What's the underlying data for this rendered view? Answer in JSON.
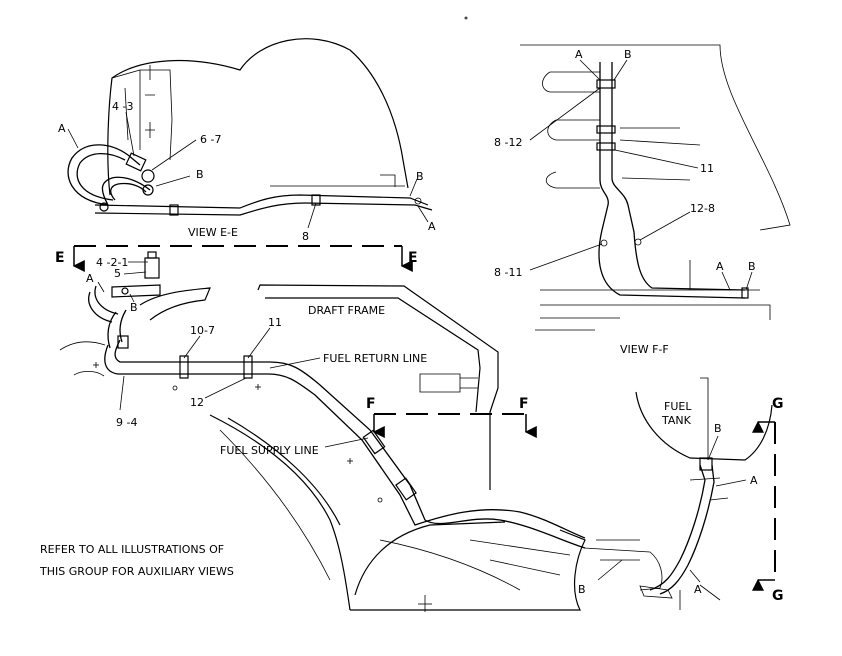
{
  "view_ee": {
    "title": "VIEW E-E",
    "labels": {
      "a": "A",
      "b": "B",
      "b2": "B",
      "a2": "A",
      "c43": "4 -3",
      "c67": "6 -7",
      "c8": "8"
    }
  },
  "view_ff": {
    "title": "VIEW F-F",
    "labels": {
      "a": "A",
      "b": "B",
      "c812": "8 -12",
      "c11": "11",
      "c128": "12-8",
      "c811": "8 -11",
      "a2": "A",
      "b2": "B"
    }
  },
  "main": {
    "section_e_left": "E",
    "section_e_right": "E",
    "section_f_left": "F",
    "section_f_right": "F",
    "section_g_top": "G",
    "section_g_bottom": "G",
    "labels": {
      "c421": "4 -2-1",
      "c5": "5",
      "a": "A",
      "b": "B",
      "c107": "10-7",
      "c11": "11",
      "c12": "12",
      "c94": "9 -4",
      "a_right": "A",
      "b_right": "B",
      "b_bottom": "B",
      "a_bottom": "A"
    },
    "draft_frame": "DRAFT FRAME",
    "fuel_return_line": "FUEL RETURN LINE",
    "fuel_supply_line": "FUEL SUPPLY LINE",
    "fuel_tank": [
      "FUEL",
      "TANK"
    ],
    "note": [
      "REFER TO ALL ILLUSTRATIONS OF",
      "THIS GROUP FOR AUXILIARY VIEWS"
    ]
  }
}
